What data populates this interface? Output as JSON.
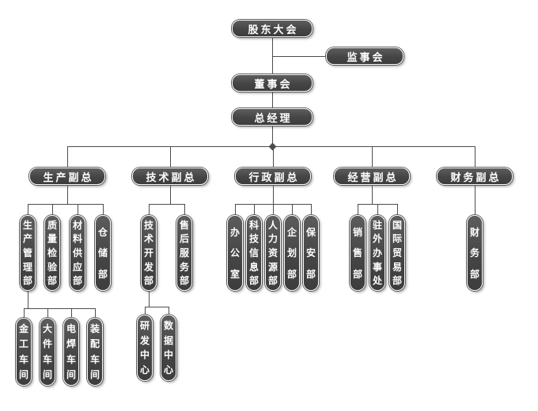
{
  "chart": {
    "root": "股东大会",
    "supervisory": "监事会",
    "board": "董事会",
    "gm": "总经理",
    "branches": [
      {
        "label": "生产副总",
        "depts": [
          "生产管理部",
          "质量检验部",
          "材料供应部",
          "仓储部"
        ],
        "sub": {
          "items": [
            "金工车间",
            "大件车间",
            "电焊车间",
            "装配车间"
          ]
        }
      },
      {
        "label": "技术副总",
        "depts": [
          "技术开发部",
          "售后服务部"
        ],
        "sub": {
          "items": [
            "研发中心",
            "数据中心"
          ]
        }
      },
      {
        "label": "行政副总",
        "depts": [
          "办公室",
          "科技信息部",
          "人力资源部",
          "企划部",
          "保安部"
        ]
      },
      {
        "label": "经营副总",
        "depts": [
          "销售部",
          "驻外办事处",
          "国际贸易部"
        ]
      },
      {
        "label": "财务副总",
        "depts": [
          "财务部"
        ]
      }
    ],
    "colors": {
      "node_fill": "#4a4a4a",
      "node_text": "#ffffff",
      "line": "#4d4d4d"
    }
  }
}
